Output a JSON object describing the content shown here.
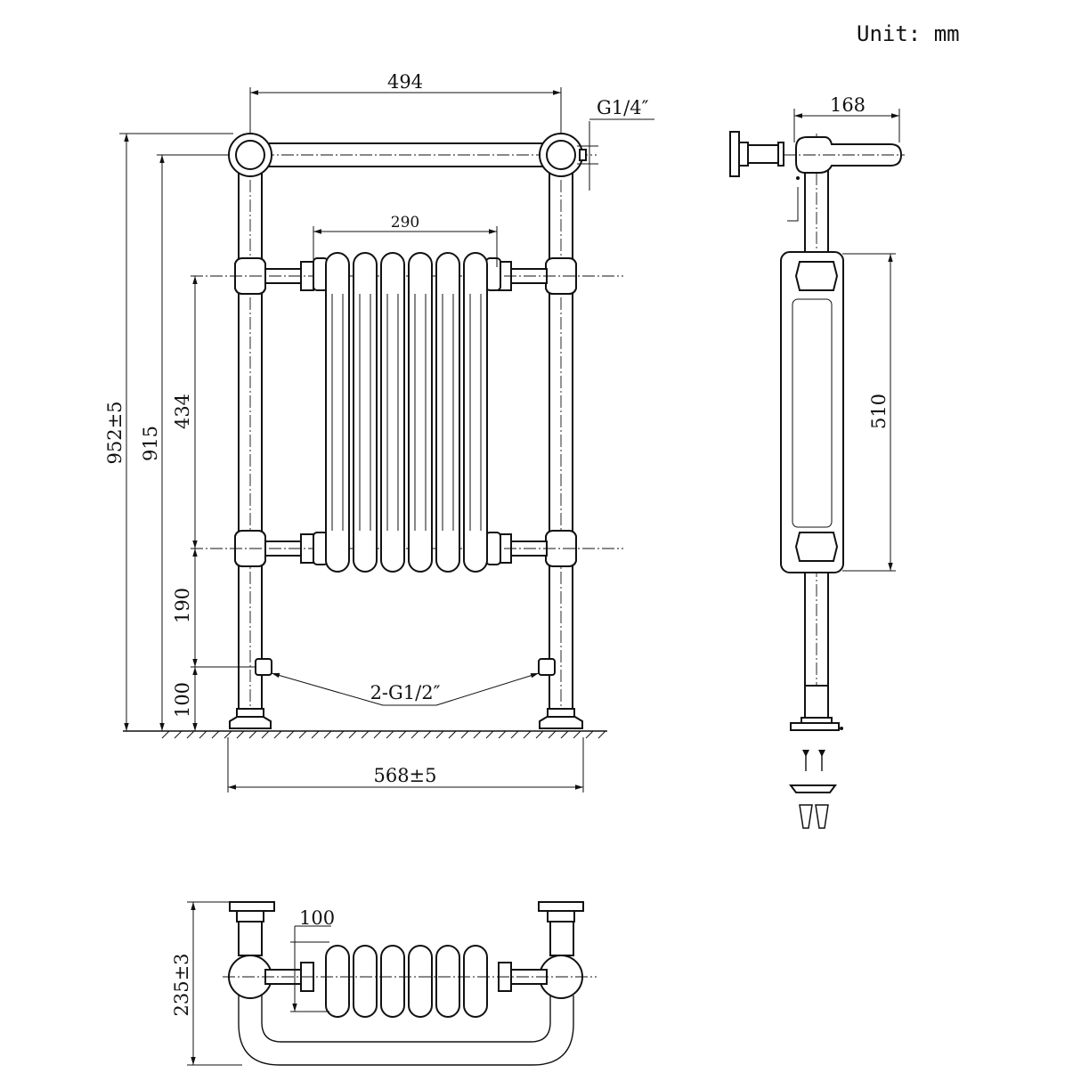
{
  "unit_label": "Unit: mm",
  "front_view": {
    "overall_width_top": "494",
    "pipe_thread_top": "G1/4″",
    "radiator_width": "290",
    "overall_height": "952±5",
    "rail_height": "915",
    "column_height": "434",
    "lower_connector_height": "190",
    "valve_height": "100",
    "valve_thread": "2-G1/2″",
    "base_width": "568±5"
  },
  "side_view": {
    "depth": "168",
    "radiator_height": "510"
  },
  "top_view": {
    "radiator_depth": "100",
    "overall_depth": "235±3"
  }
}
